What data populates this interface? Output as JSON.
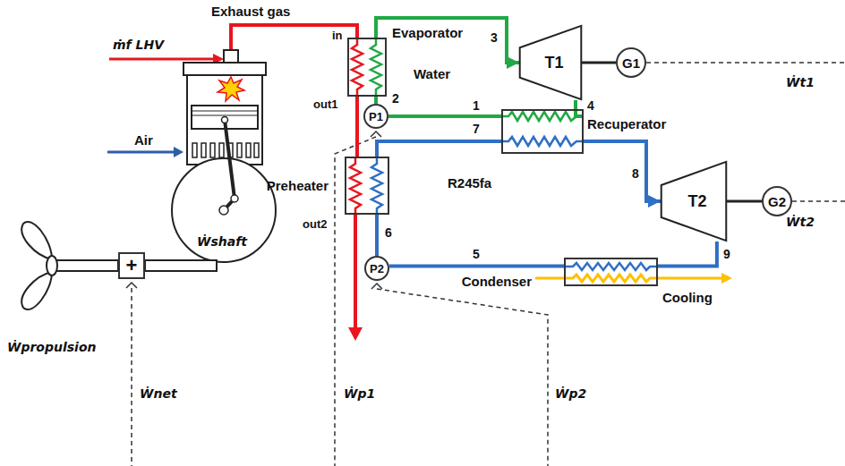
{
  "diagram": {
    "nodes": [
      {
        "text": [
          "Evaporator"
        ]
      },
      {
        "text": [
          "T1"
        ]
      },
      {
        "text": [
          "G1"
        ]
      },
      {
        "text": [
          "P1"
        ]
      },
      {
        "text": [
          "Recuperator"
        ]
      },
      {
        "text": [
          "Preheater"
        ]
      },
      {
        "text": [
          "T2"
        ]
      },
      {
        "text": [
          "G2"
        ]
      },
      {
        "text": [
          "P2"
        ]
      },
      {
        "text": [
          "Condenser"
        ]
      },
      {
        "text": [
          "+"
        ]
      }
    ],
    "edges": [
      {
        "from": 0,
        "to": 1,
        "arrow": "to"
      },
      {
        "from": 1,
        "to": 4,
        "arrow": "none"
      },
      {
        "from": 4,
        "to": 3,
        "arrow": "none"
      },
      {
        "from": 3,
        "to": 0,
        "arrow": "none"
      },
      {
        "from": 0,
        "to": 5,
        "arrow": "none"
      },
      {
        "from": 5,
        "to": 4,
        "arrow": "none"
      },
      {
        "from": 4,
        "to": 6,
        "arrow": "to"
      },
      {
        "from": 6,
        "to": 9,
        "arrow": "none"
      },
      {
        "from": 9,
        "to": 8,
        "arrow": "none"
      },
      {
        "from": 8,
        "to": 5,
        "arrow": "none"
      },
      {
        "from": 1,
        "to": 2,
        "arrow": "none"
      },
      {
        "from": 6,
        "to": 7,
        "arrow": "none"
      }
    ],
    "labels": [
      "Exhaust gas",
      "ṁf LHV",
      "in",
      "Water",
      "3",
      "Ẇt1",
      "out1",
      "2",
      "1",
      "4",
      "7",
      "8",
      "Air",
      "R245fa",
      "Ẇt2",
      "out2",
      "6",
      "5",
      "9",
      "Ẇshaft",
      "Cooling",
      "Ẇpropulsion",
      "Ẇnet",
      "Ẇp1",
      "Ẇp2"
    ]
  }
}
